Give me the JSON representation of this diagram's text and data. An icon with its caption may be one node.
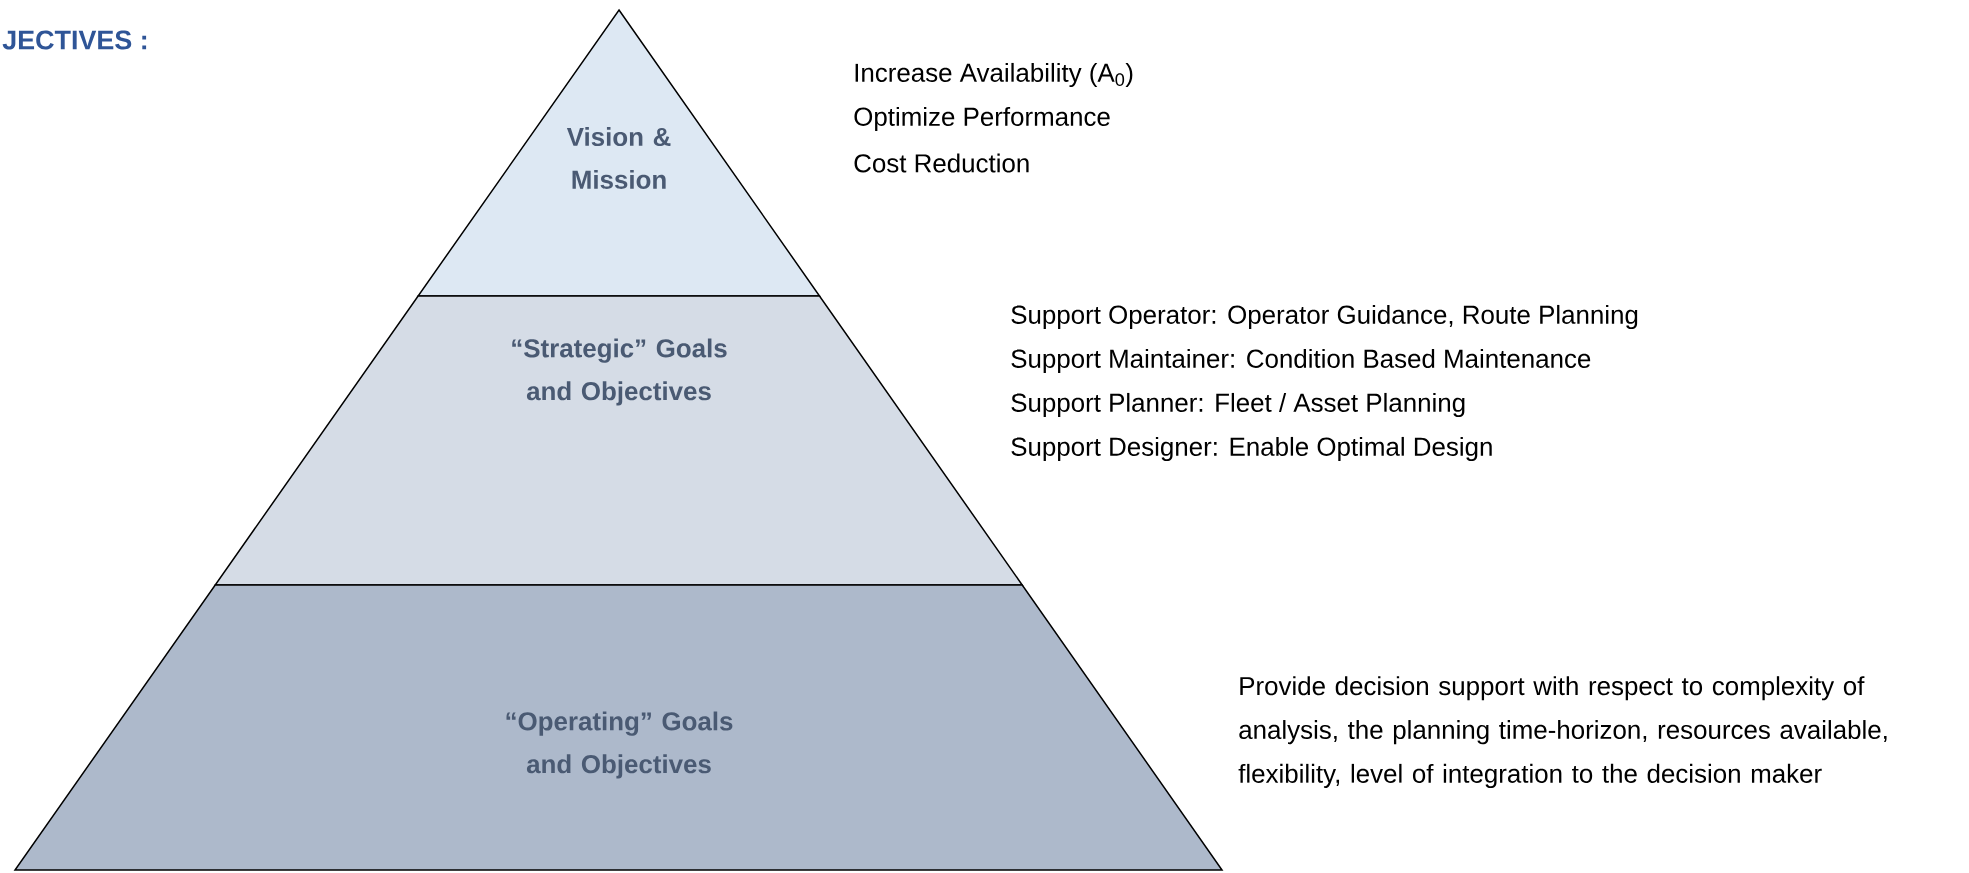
{
  "diagram": {
    "title": "JECTIVES :",
    "nodes": [
      {
        "text": [
          "Vision & Mission"
        ],
        "beside": [
          "Increase Availability (A$_{0}$)",
          "Optimize Performance",
          "Cost Reduction"
        ]
      },
      {
        "text": [
          "“Strategic” Goals and Objectives"
        ],
        "beside": [
          "Support Operator: Operator Guidance, Route Planning",
          "Support Maintainer: Condition Based Maintenance",
          "Support Planner:  Fleet / Asset Planning",
          "Support Designer: Enable Optimal Design"
        ]
      },
      {
        "text": [
          "“Operating” Goals and Objectives"
        ],
        "beside": [
          "Provide decision support with respect to complexity of analysis, the planning time-horizon, resources available, flexibility, level of integration to the decision maker"
        ]
      }
    ]
  }
}
